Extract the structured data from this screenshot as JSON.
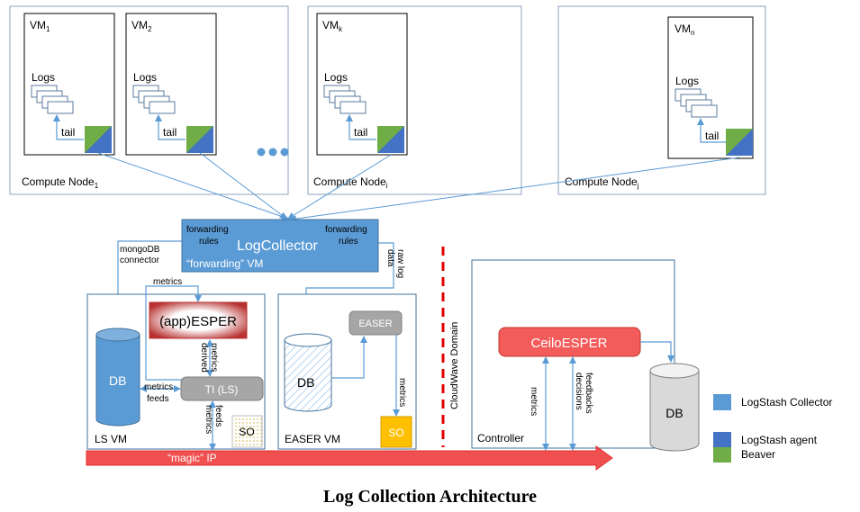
{
  "caption": "Log Collection Architecture",
  "compute_nodes": [
    {
      "prefix": "Compute Node",
      "sub": "1"
    },
    {
      "prefix": "Compute Node",
      "sub": "i"
    },
    {
      "prefix": "Compute Node",
      "sub": "j"
    }
  ],
  "vms": [
    {
      "prefix": "VM",
      "sub": "1"
    },
    {
      "prefix": "VM",
      "sub": "2"
    },
    {
      "prefix": "VM",
      "sub": "k"
    },
    {
      "prefix": "VM",
      "sub": "n"
    }
  ],
  "logs_label": "Logs",
  "tail_label": "tail",
  "log_collector": {
    "title": "LogCollector",
    "rules_left": [
      "forwarding",
      "rules"
    ],
    "rules_right": [
      "forwarding",
      "rules"
    ],
    "subtitle": "“forwarding” VM"
  },
  "edge_labels": {
    "mongodb": [
      "mongoDB",
      "connector"
    ],
    "raw_log": [
      "raw log",
      "data"
    ],
    "metrics_top": "metrics",
    "derived_metrics": [
      "derived",
      "metrics"
    ],
    "metrics_feeds_left": [
      "metrics",
      "feeds"
    ],
    "feeds_metrics": [
      "feeds",
      "metrics"
    ],
    "easer_metrics": "metrics",
    "controller_metrics": "metrics",
    "decisions_feedbacks": [
      "decisions",
      "feedbacks"
    ]
  },
  "ls_vm": {
    "label": "LS VM",
    "esper": "(app)ESPER",
    "db": "DB",
    "ti": "TI (LS)",
    "so": "SO"
  },
  "easer_vm": {
    "label": "EASER VM",
    "easer": "EASER",
    "db": "DB",
    "so": "SO"
  },
  "cloudwave_domain": "CloudWave Domain",
  "controller": {
    "label": "Controller",
    "ceilo": "CeiloESPER",
    "db": "DB"
  },
  "magic_ip": "“magic” IP",
  "legend": [
    {
      "label": "LogStash Collector",
      "color": "#5b9bd5"
    },
    {
      "label": "LogStash agent",
      "color": "#4472c4"
    },
    {
      "label": "Beaver",
      "color": "#70ad47"
    }
  ],
  "colors": {
    "collector": "#5b9bd5",
    "agent": "#4472c4",
    "beaver": "#70ad47",
    "ceilo": "#f45b5b",
    "arrow_red": "#f05050",
    "so_yellow": "#ffc000",
    "gray_box": "#a6a6a6"
  }
}
